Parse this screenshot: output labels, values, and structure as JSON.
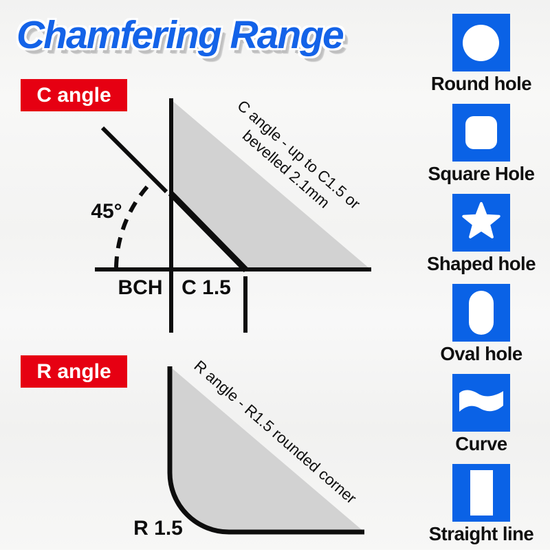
{
  "title": "Chamfering Range",
  "c_section": {
    "badge": "C angle",
    "angle_label": "45°",
    "bch_label": "BCH",
    "c15_label": "C 1.5",
    "note_line1": "C angle - up to C1.5 or",
    "note_line2": "bevelled 2.1mm"
  },
  "r_section": {
    "badge": "R angle",
    "r15_label": "R 1.5",
    "note": "R angle - R1.5 rounded corner"
  },
  "legend": {
    "items": [
      {
        "icon": "round-hole-icon",
        "label": "Round hole"
      },
      {
        "icon": "square-hole-icon",
        "label": "Square Hole"
      },
      {
        "icon": "shaped-hole-icon",
        "label": "Shaped hole"
      },
      {
        "icon": "oval-hole-icon",
        "label": "Oval hole"
      },
      {
        "icon": "curve-icon",
        "label": "Curve"
      },
      {
        "icon": "straight-line-icon",
        "label": "Straight line"
      }
    ]
  },
  "colors": {
    "title_blue": "#1463e8",
    "badge_red": "#e60012",
    "icon_blue": "#0a62e6",
    "diagram_gray": "#d2d2d2",
    "line_black": "#0d0d0d"
  }
}
